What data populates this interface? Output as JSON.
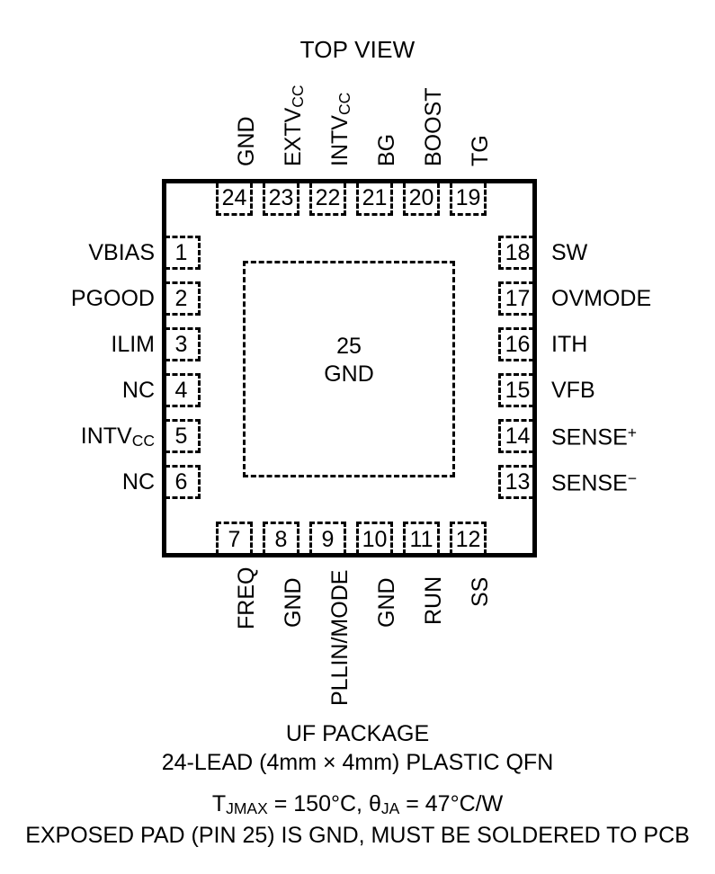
{
  "title": "TOP VIEW",
  "package": {
    "exposed_pad_number": "25",
    "exposed_pad_name": "GND",
    "exposed_pad_text": "25\nGND"
  },
  "pins": {
    "left": [
      {
        "number": "1",
        "label": "VBIAS"
      },
      {
        "number": "2",
        "label": "PGOOD"
      },
      {
        "number": "3",
        "label": "ILIM"
      },
      {
        "number": "4",
        "label": "NC"
      },
      {
        "number": "5",
        "label": "INTVCC",
        "base": "INTV",
        "sub": "CC"
      },
      {
        "number": "6",
        "label": "NC"
      }
    ],
    "right": [
      {
        "number": "18",
        "label": "SW"
      },
      {
        "number": "17",
        "label": "OVMODE"
      },
      {
        "number": "16",
        "label": "ITH"
      },
      {
        "number": "15",
        "label": "VFB"
      },
      {
        "number": "14",
        "label": "SENSE+",
        "base": "SENSE",
        "sup": "+"
      },
      {
        "number": "13",
        "label": "SENSE-",
        "base": "SENSE",
        "sup": "−"
      }
    ],
    "top": [
      {
        "number": "24",
        "label": "GND"
      },
      {
        "number": "23",
        "label": "EXTVCC",
        "base": "EXTV",
        "sub": "CC"
      },
      {
        "number": "22",
        "label": "INTVCC",
        "base": "INTV",
        "sub": "CC"
      },
      {
        "number": "21",
        "label": "BG"
      },
      {
        "number": "20",
        "label": "BOOST"
      },
      {
        "number": "19",
        "label": "TG"
      }
    ],
    "bottom": [
      {
        "number": "7",
        "label": "FREQ"
      },
      {
        "number": "8",
        "label": "GND"
      },
      {
        "number": "9",
        "label": "PLLIN/MODE"
      },
      {
        "number": "10",
        "label": "GND"
      },
      {
        "number": "11",
        "label": "RUN"
      },
      {
        "number": "12",
        "label": "SS"
      }
    ]
  },
  "caption": {
    "package_name": "UF PACKAGE",
    "package_desc": "24-LEAD (4mm × 4mm) PLASTIC QFN",
    "thermal_tjmax_label": "T",
    "thermal_tjmax_sub": "JMAX",
    "thermal_tjmax_value": " = 150°C, ",
    "thermal_theta_label": "θ",
    "thermal_theta_sub": "JA",
    "thermal_theta_value": " = 47°C/W",
    "thermal_full": "TJMAX = 150°C, θJA = 47°C/W",
    "exposed_pad_note": "EXPOSED PAD (PIN 25) IS GND, MUST BE SOLDERED TO PCB"
  },
  "colors": {
    "ink": "#000000",
    "background": "#ffffff"
  }
}
